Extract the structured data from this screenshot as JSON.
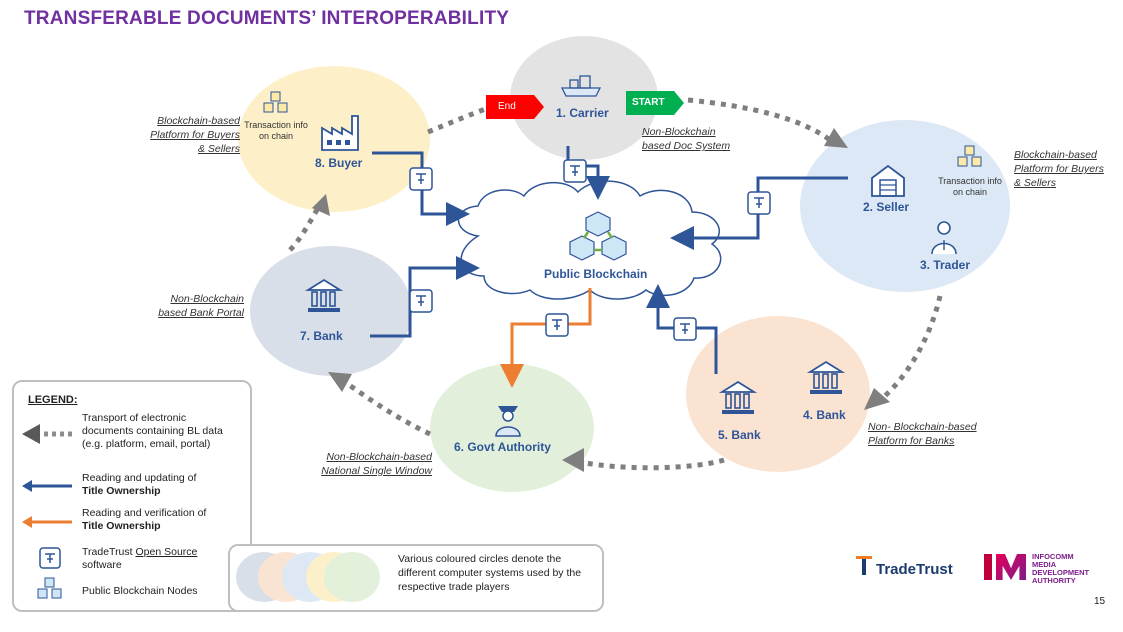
{
  "title": "TRANSFERABLE DOCUMENTS’ INTEROPERABILITY",
  "nodes": {
    "carrier": "1. Carrier",
    "seller": "2. Seller",
    "trader": "3. Trader",
    "bank4": "4. Bank",
    "bank5": "5. Bank",
    "govt": "6. Govt Authority",
    "bank7": "7. Bank",
    "buyer": "8. Buyer",
    "blockchain": "Public Blockchain"
  },
  "tags": {
    "end": "End",
    "start": "START"
  },
  "tx_info": "Transaction info on chain",
  "platforms": {
    "buyer": [
      "Blockchain-based",
      "Platform for Buyers",
      "& Sellers"
    ],
    "carrier": [
      "Non-Blockchain",
      "based Doc System"
    ],
    "seller": [
      "Blockchain-based",
      "Platform for Buyers",
      "& Sellers"
    ],
    "bank7": [
      "Non-Blockchain",
      "based Bank Portal"
    ],
    "banks45": [
      "Non- Blockchain-based",
      "Platform for Banks"
    ],
    "govt": [
      "Non-Blockchain-based",
      "National Single Window"
    ]
  },
  "legend": {
    "title": "LEGEND:",
    "transport": "Transport of electronic documents containing BL data (e.g. platform, email, portal)",
    "reading_updating": "Reading and updating of",
    "reading_verification": "Reading and verification of",
    "title_ownership": "Title Ownership",
    "tradetrust_pre": "TradeTrust",
    "tradetrust_link": "Open Source",
    "tradetrust_post": "software",
    "nodes": "Public Blockchain Nodes"
  },
  "note": "Various coloured circles denote the different computer systems used by the respective trade players",
  "brands": {
    "tradetrust": "TradeTrust",
    "imda": [
      "INFOCOMM",
      "MEDIA",
      "DEVELOPMENT",
      "AUTHORITY"
    ]
  },
  "page_number": "15",
  "colors": {
    "title": "#7030a0",
    "buyer_circle": "#fdf0c8",
    "carrier_circle": "#e3e3e3",
    "seller_circle": "#dce8f5",
    "bank45_circle": "#fbe3d2",
    "govt_circle": "#e2efda",
    "bank7_circle": "#d9dfe8",
    "updating_arrow": "#2e5597",
    "verification_arrow": "#ed7d31",
    "transport_arrow": "#7f7f7f",
    "end_tag": "#ff0000",
    "start_tag": "#00b050"
  }
}
